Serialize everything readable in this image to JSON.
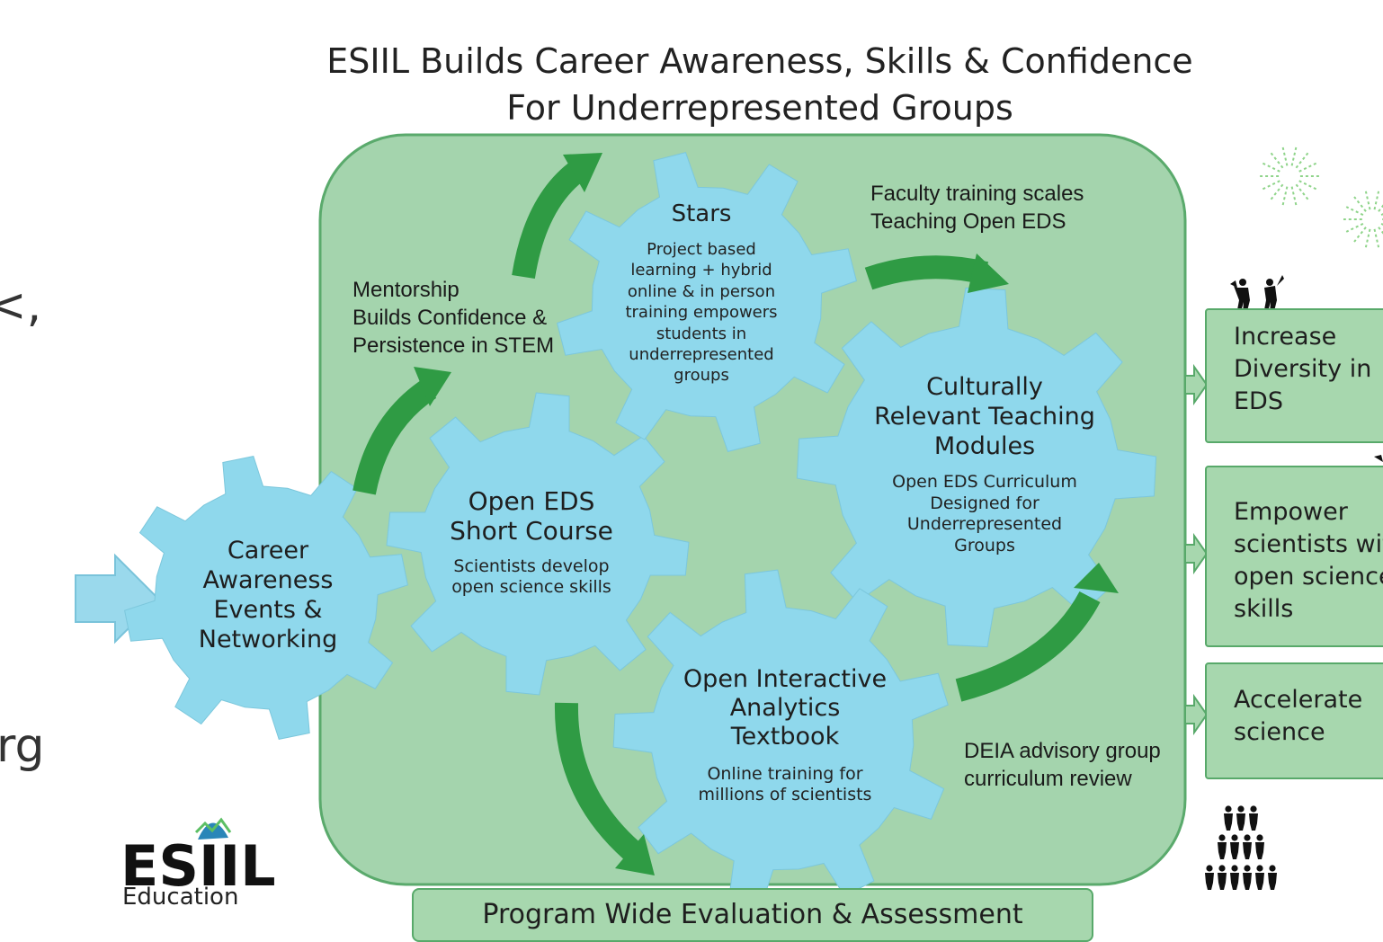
{
  "title": {
    "line1": "ESIIL Builds Career Awareness, Skills & Confidence",
    "line2": "For Underrepresented Groups"
  },
  "left_edge": {
    "fragment1": "<,",
    "fragment2": "rg"
  },
  "gears": {
    "career": {
      "title_lines": [
        "Career",
        "Awareness",
        "Events &",
        "Networking"
      ]
    },
    "short_course": {
      "title_lines": [
        "Open EDS",
        "Short Course"
      ],
      "desc_lines": [
        "Scientists develop",
        "open science skills"
      ]
    },
    "stars": {
      "title_lines": [
        "Stars"
      ],
      "desc_lines": [
        "Project based",
        "learning + hybrid",
        "online & in person",
        "training empowers",
        "students in",
        "underrepresented",
        "groups"
      ]
    },
    "modules": {
      "title_lines": [
        "Culturally",
        "Relevant Teaching",
        "Modules"
      ],
      "desc_lines": [
        "Open EDS Curriculum",
        "Designed for",
        "Underrepresented",
        "Groups"
      ]
    },
    "textbook": {
      "title_lines": [
        "Open Interactive",
        "Analytics",
        "Textbook"
      ],
      "desc_lines": [
        "Online training for",
        "millions of scientists"
      ]
    }
  },
  "labels": {
    "mentorship": [
      "Mentorship",
      "Builds Confidence &",
      "Persistence in STEM"
    ],
    "faculty": [
      "Faculty training scales",
      "Teaching Open EDS"
    ],
    "deia": [
      "DEIA advisory group",
      "curriculum review"
    ]
  },
  "outcomes": [
    {
      "lines": [
        "Increase",
        "Diversity in",
        "EDS"
      ]
    },
    {
      "lines": [
        "Empower",
        "scientists with",
        "open science",
        "skills"
      ]
    },
    {
      "lines": [
        "Accelerate",
        "science"
      ]
    }
  ],
  "evaluation": "Program Wide Evaluation & Assessment",
  "logo": {
    "wordmark": "ESIIL",
    "subtitle": "Education"
  },
  "icons": [
    "fireworks-icon",
    "people-celebrating-icon",
    "rocket-icon",
    "people-pyramid-icon"
  ],
  "colors": {
    "gear_fill": "#8fd8ec",
    "panel_fill": "#a4d4ad",
    "panel_border": "#5aaa6c",
    "arrow_green": "#2f9b44",
    "input_arrow": "#9ad9ec"
  }
}
